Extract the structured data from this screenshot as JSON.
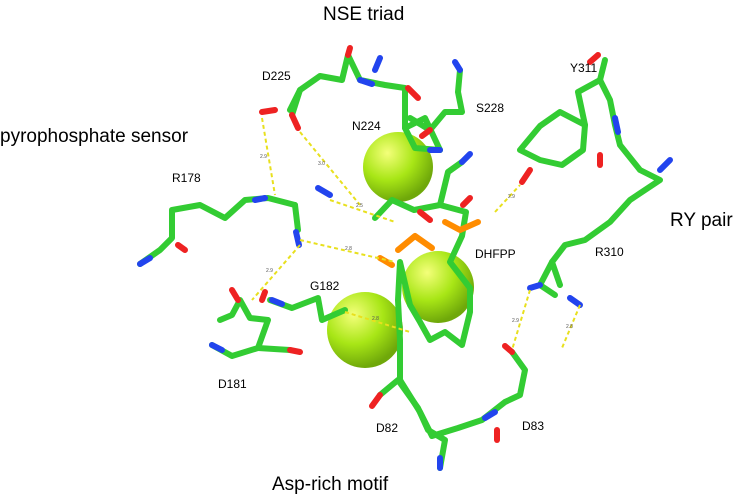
{
  "region_labels": {
    "nse_triad": "NSE triad",
    "pyrophosphate_sensor": "pyrophosphate sensor",
    "ry_pair": "RY pair",
    "asp_rich_motif": "Asp-rich motif"
  },
  "residue_labels": {
    "d225": "D225",
    "n224": "N224",
    "s228": "S228",
    "y311": "Y311",
    "r178": "R178",
    "dhfpp": "DHFPP",
    "r310": "R310",
    "g182": "G182",
    "d181": "D181",
    "d82": "D82",
    "d83": "D83"
  },
  "distance_labels": {
    "hb1": "2.9",
    "hb2": "3.0",
    "hb3": "2.5",
    "hb4": "2.8",
    "hb5": "2.9",
    "hb6": "2.8",
    "hb7": "2.9",
    "hb8": "2.9",
    "hb9": "2.8"
  },
  "colors": {
    "carbon": "#33cc33",
    "nitrogen": "#2244ee",
    "oxygen": "#ee2222",
    "phosphorus": "#ff8c00",
    "ion": "#9be010",
    "hbond": "#e8e01e"
  }
}
